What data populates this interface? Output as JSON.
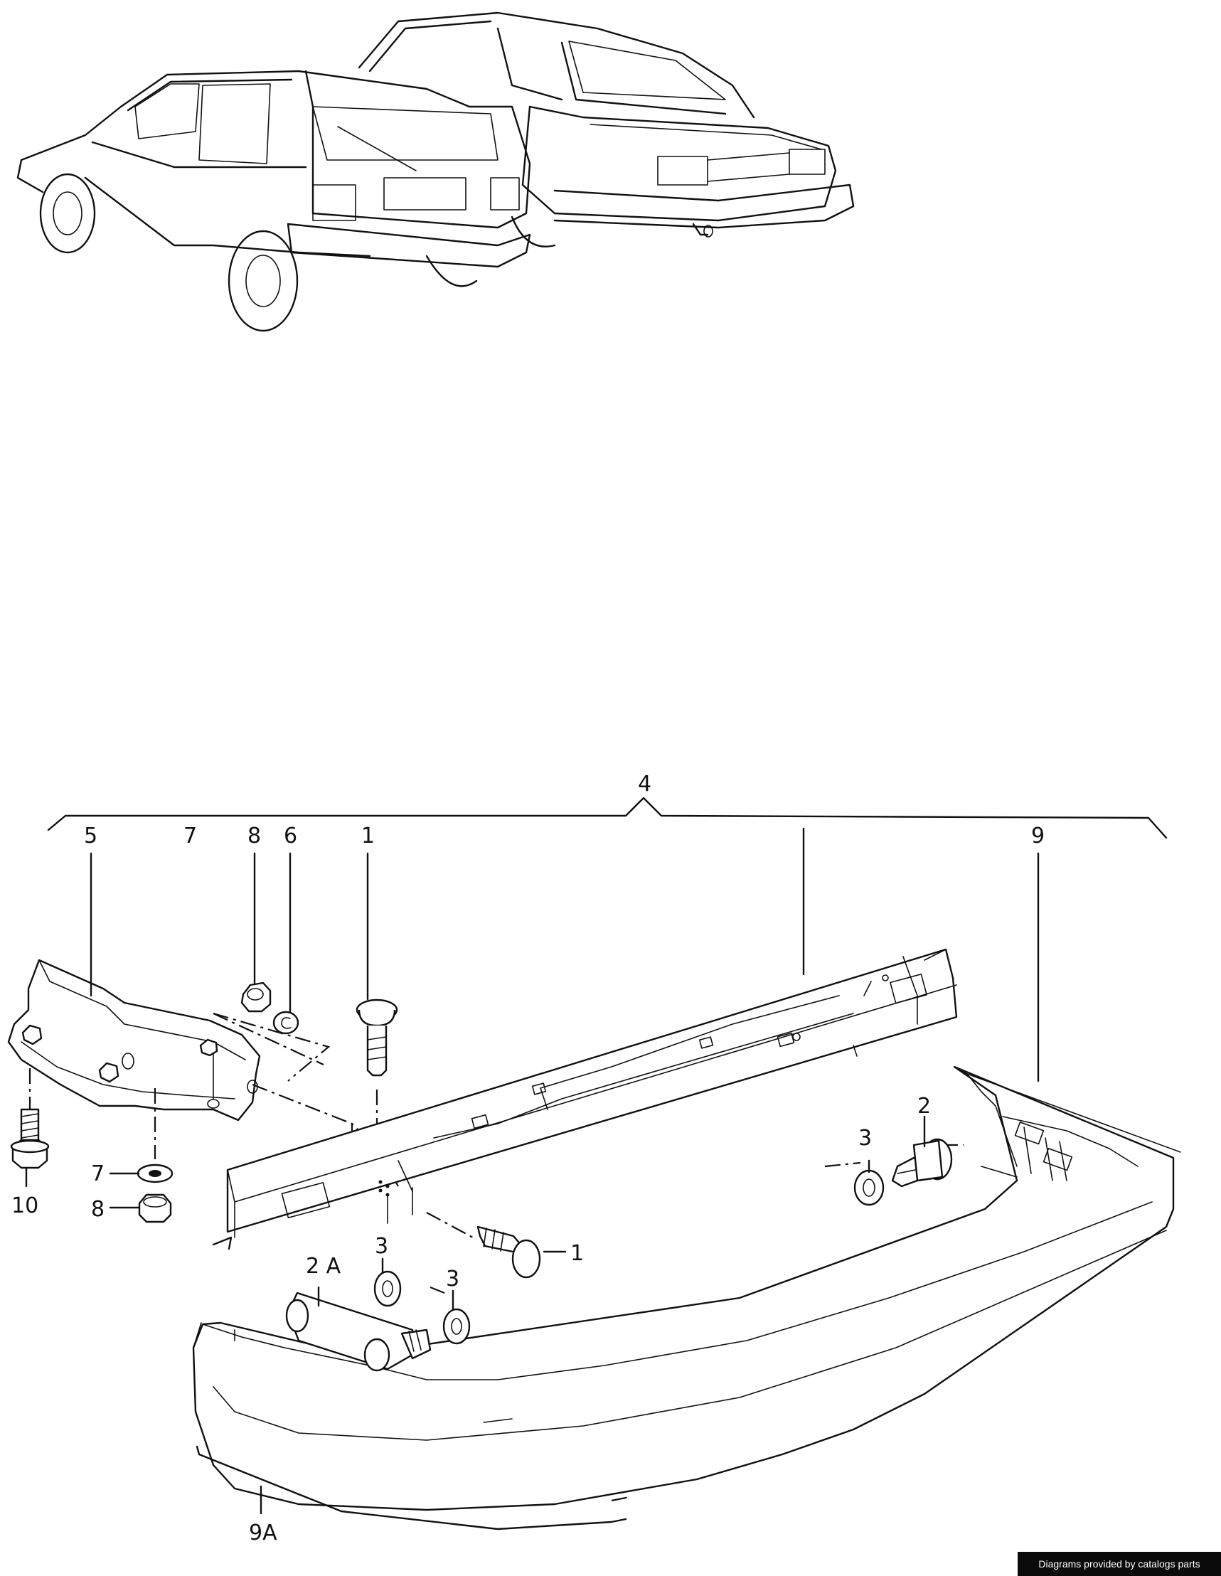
{
  "callouts": {
    "c1_top": "1",
    "c1_right": "1",
    "c2": "2",
    "c2a": "2 A",
    "c3_right": "3",
    "c3_left": "3",
    "c3_mid": "3",
    "c4": "4",
    "c5": "5",
    "c6": "6",
    "c7_top": "7",
    "c7_left": "7",
    "c8_top": "8",
    "c8_left": "8",
    "c9": "9",
    "c9a": "9A",
    "c10": "10"
  },
  "footer": {
    "credit": "Diagrams provided by catalogs parts"
  }
}
